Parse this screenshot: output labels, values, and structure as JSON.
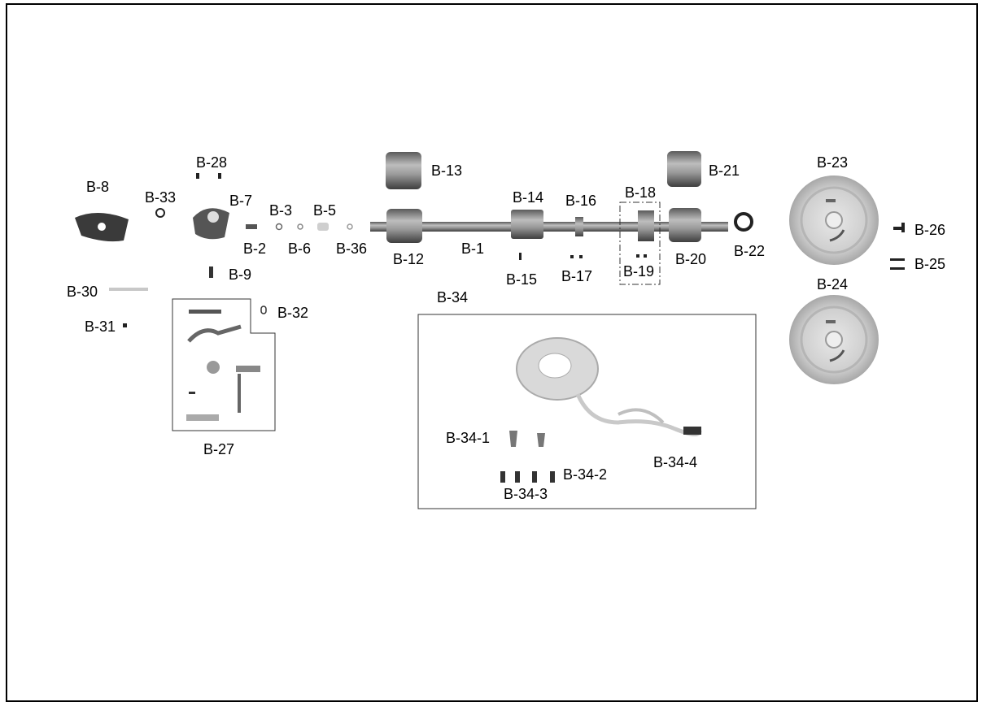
{
  "labels": {
    "b1": "B-1",
    "b2": "B-2",
    "b3": "B-3",
    "b5": "B-5",
    "b6": "B-6",
    "b7": "B-7",
    "b8": "B-8",
    "b9": "B-9",
    "b12": "B-12",
    "b13": "B-13",
    "b14": "B-14",
    "b15": "B-15",
    "b16": "B-16",
    "b17": "B-17",
    "b18": "B-18",
    "b19": "B-19",
    "b20": "B-20",
    "b21": "B-21",
    "b22": "B-22",
    "b23": "B-23",
    "b24": "B-24",
    "b25": "B-25",
    "b26": "B-26",
    "b27": "B-27",
    "b28": "B-28",
    "b30": "B-30",
    "b31": "B-31",
    "b32": "B-32",
    "b33": "B-33",
    "b34": "B-34",
    "b34_1": "B-34-1",
    "b34_2": "B-34-2",
    "b34_3": "B-34-3",
    "b34_4": "B-34-4",
    "b36": "B-36"
  },
  "colors": {
    "metal": "#8a8a8a",
    "dark": "#333333",
    "light": "#d8d8d8",
    "ink": "#000000"
  }
}
